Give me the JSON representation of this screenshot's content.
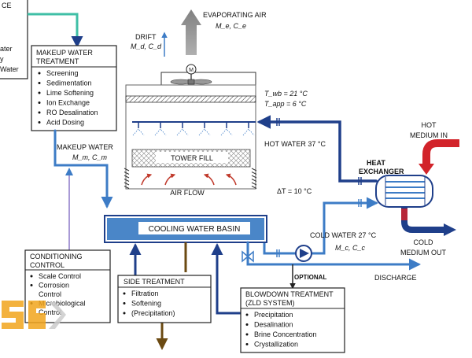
{
  "source_box": {
    "title_partial": "CE",
    "lines": [
      "ater",
      "y",
      "Water"
    ]
  },
  "makeup_treatment": {
    "title": [
      "MAKEUP WATER",
      "TREATMENT"
    ],
    "items": [
      "Screening",
      "Sedimentation",
      "Lime Softening",
      "Ion Exchange",
      "RO Desalination",
      "Acid Dosing"
    ]
  },
  "evaporating_air": {
    "label": "EVAPORATING AIR",
    "symbol": "M_e, C_e"
  },
  "drift": {
    "label": "DRIFT",
    "symbol": "M_d, C_d"
  },
  "motor": {
    "label": "M"
  },
  "conditions": {
    "twb": "T_wb = 21 °C",
    "tapp": "T_app = 6 °C"
  },
  "hot_water": {
    "label": "HOT WATER 37 °C"
  },
  "tower_fill": {
    "label": "TOWER FILL"
  },
  "air_flow": {
    "label": "AIR FLOW"
  },
  "delta_t": {
    "label": "ΔT = 10 °C"
  },
  "makeup_water": {
    "label": "MAKEUP WATER",
    "symbol": "M_m, C_m"
  },
  "basin": {
    "label": "COOLING WATER BASIN"
  },
  "hot_medium": {
    "lines": [
      "HOT",
      "MEDIUM IN"
    ]
  },
  "heat_exchanger": {
    "lines": [
      "HEAT",
      "EXCHANGER"
    ]
  },
  "cold_medium": {
    "lines": [
      "COLD",
      "MEDIUM OUT"
    ]
  },
  "cold_water": {
    "label": "COLD WATER 27 °C",
    "symbol": "M_c, C_c"
  },
  "optional": {
    "label": "OPTIONAL"
  },
  "discharge": {
    "label": "DISCHARGE"
  },
  "conditioning": {
    "title": [
      "CONDITIONING",
      "CONTROL"
    ],
    "items": [
      "Scale Control",
      "Corrosion",
      "Control",
      "Microbiological",
      "Control"
    ]
  },
  "side_treatment": {
    "title": "SIDE TREATMENT",
    "items": [
      "Filtration",
      "Softening",
      "(Precipitation)"
    ]
  },
  "blowdown": {
    "title": [
      "BLOWDOWN TREATMENT",
      "(ZLD SYSTEM)"
    ],
    "items": [
      "Precipitation",
      "Desalination",
      "Brine Concentration",
      "Crystallization"
    ]
  },
  "colors": {
    "pipe_dark": "#1f3f8a",
    "pipe_light": "#3d7cc6",
    "basin_fill": "#4a86c8",
    "teal": "#3fbfa6",
    "hot_arrow": "#d2232a",
    "cold_arrow": "#1f3f8a"
  }
}
